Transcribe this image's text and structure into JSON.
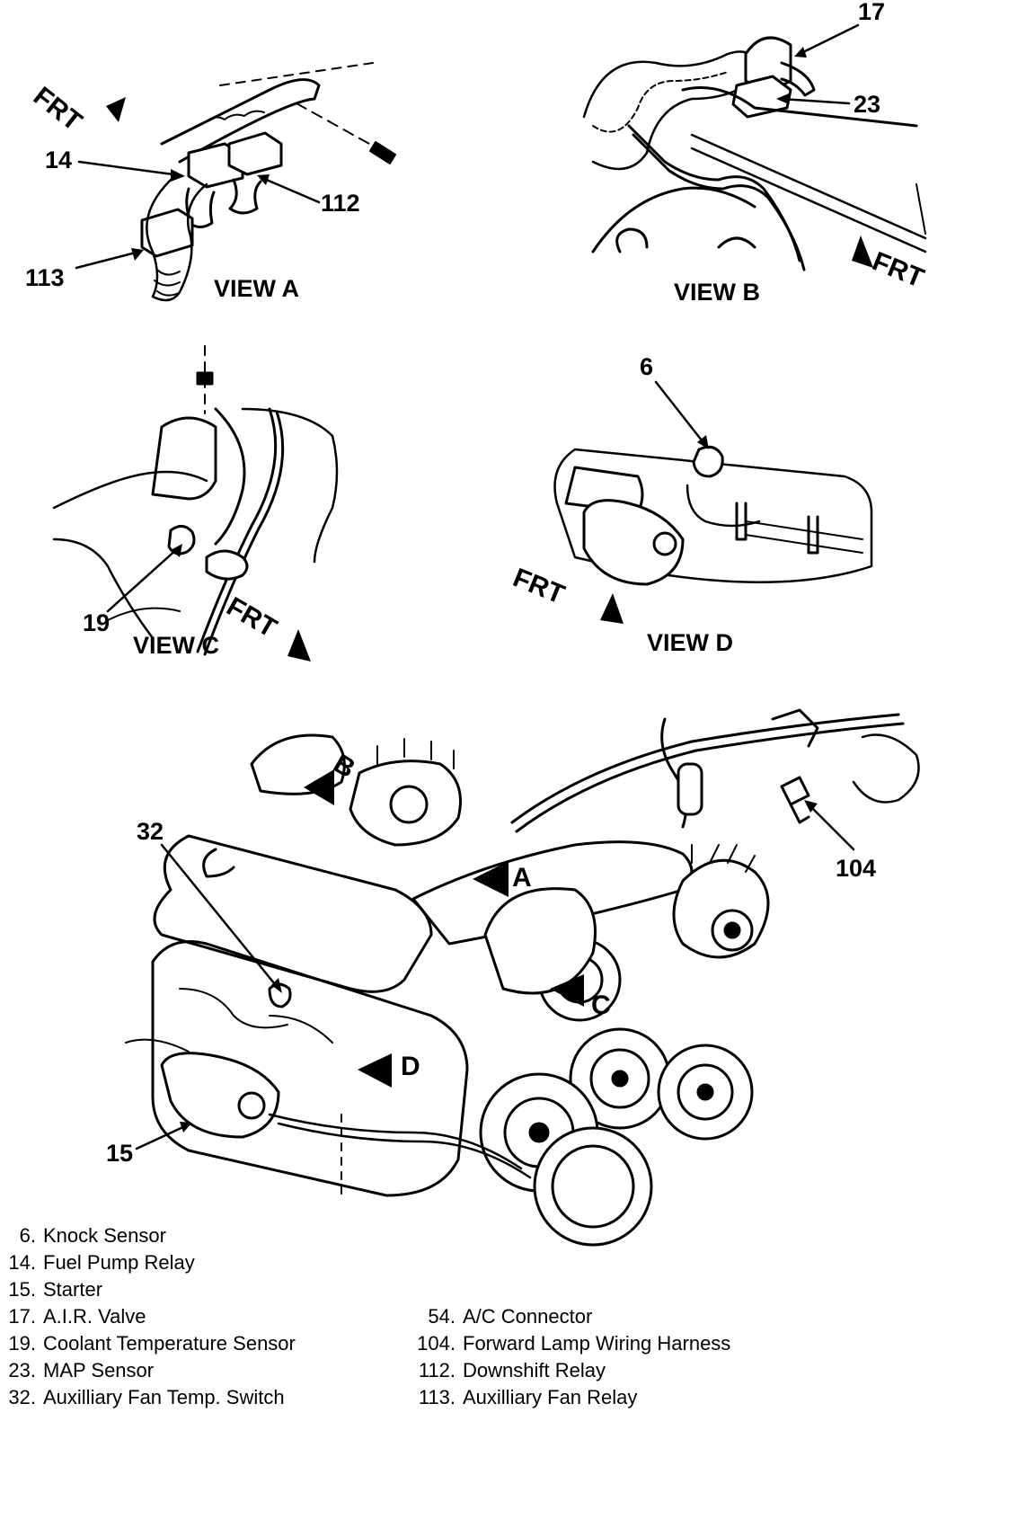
{
  "views": {
    "a": {
      "title": "VIEW A",
      "frt": "FRT",
      "callouts": [
        "14",
        "112",
        "113"
      ]
    },
    "b": {
      "title": "VIEW B",
      "frt": "FRT",
      "callouts": [
        "17",
        "23"
      ]
    },
    "c": {
      "title": "VIEW C",
      "frt": "FRT",
      "callouts": [
        "19"
      ]
    },
    "d": {
      "title": "VIEW D",
      "frt": "FRT",
      "callouts": [
        "6"
      ]
    }
  },
  "main_view": {
    "view_letters": [
      "B",
      "A",
      "C",
      "D"
    ],
    "callouts": [
      "32",
      "104",
      "15"
    ]
  },
  "legend": {
    "left": [
      {
        "num": "6.",
        "label": "Knock Sensor"
      },
      {
        "num": "14.",
        "label": "Fuel Pump Relay"
      },
      {
        "num": "15.",
        "label": "Starter"
      },
      {
        "num": "17.",
        "label": "A.I.R. Valve"
      },
      {
        "num": "19.",
        "label": "Coolant Temperature Sensor"
      },
      {
        "num": "23.",
        "label": "MAP Sensor"
      },
      {
        "num": "32.",
        "label": "Auxilliary Fan Temp. Switch"
      }
    ],
    "right": [
      {
        "num": "54.",
        "label": "A/C Connector"
      },
      {
        "num": "104.",
        "label": "Forward Lamp Wiring Harness"
      },
      {
        "num": "112.",
        "label": "Downshift Relay"
      },
      {
        "num": "113.",
        "label": "Auxilliary Fan Relay"
      }
    ]
  }
}
